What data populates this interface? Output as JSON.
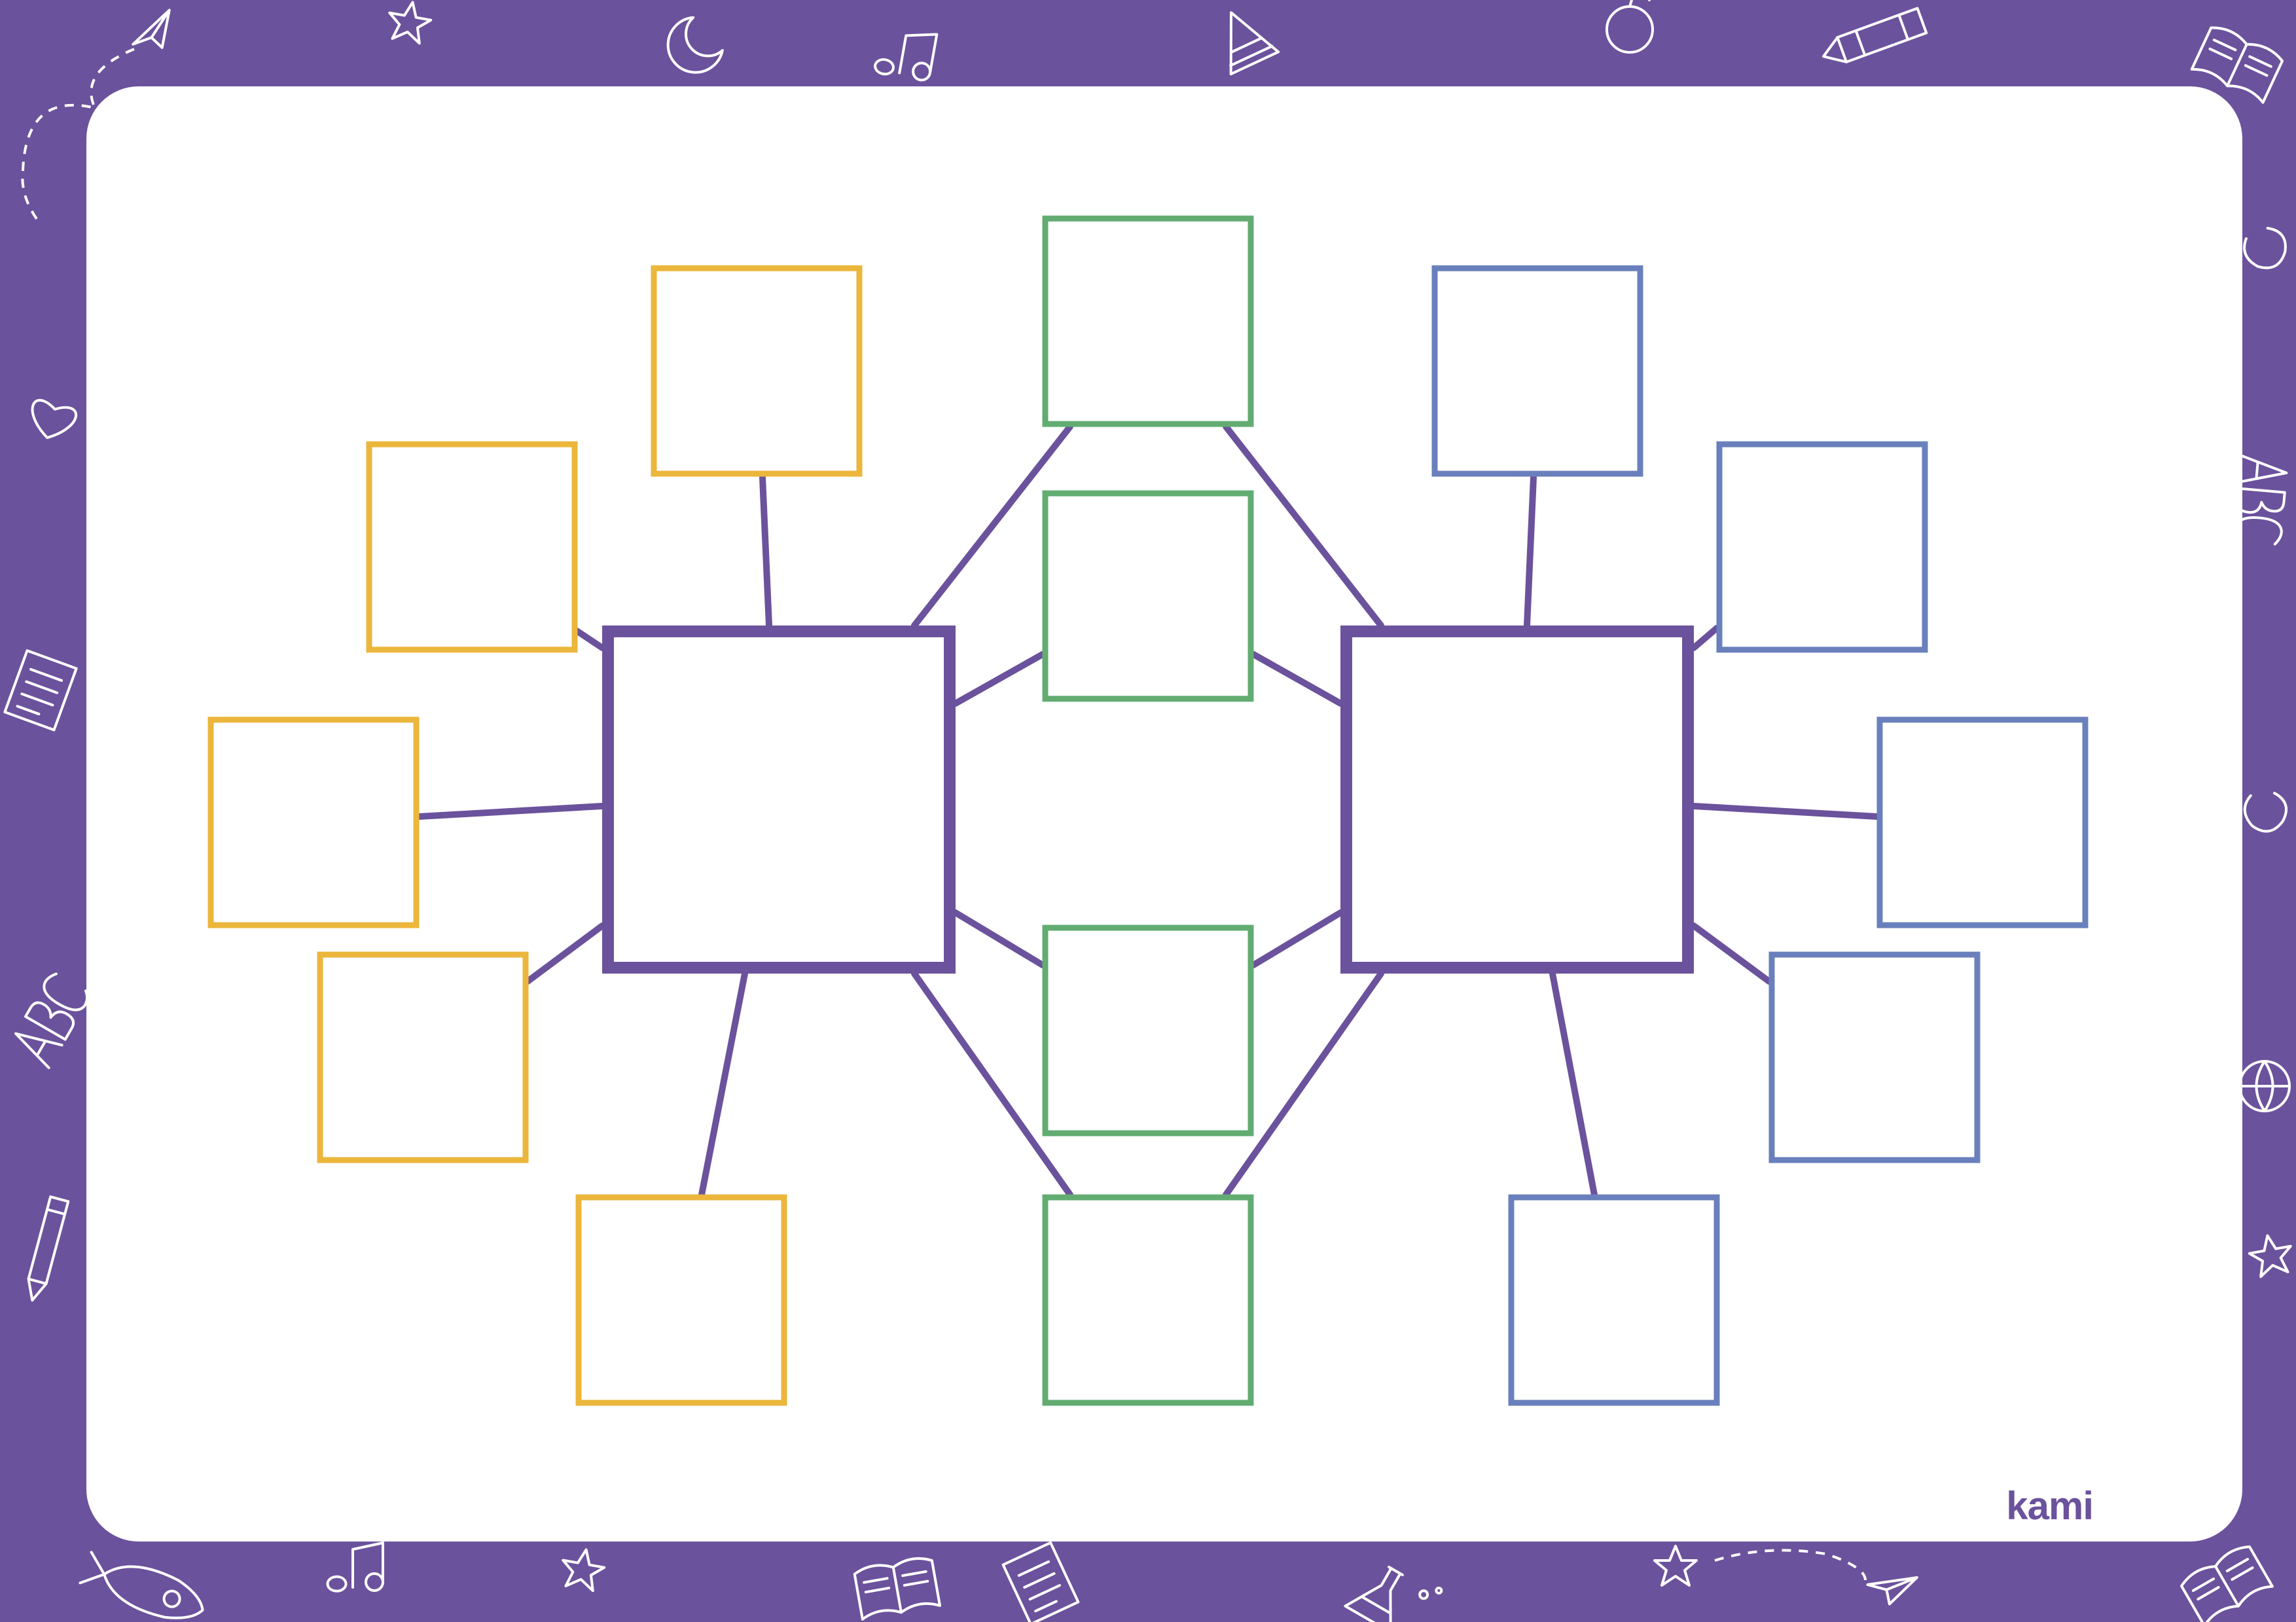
{
  "colors": {
    "frame": "#6b529c",
    "sheet": "#ffffff",
    "connector": "#6b529c",
    "hub_border": "#6b529c",
    "left_group_border": "#ebb63b",
    "middle_group_border": "#62ac72",
    "right_group_border": "#6a80bc",
    "doodle": "#ffffff",
    "brand": "#6b529c"
  },
  "brand": {
    "logo_text": "kami"
  },
  "doodle_icons": [
    "paper-plane-icon",
    "star-icon",
    "moon-icon",
    "music-note-icon",
    "cone-hat-icon",
    "apple-icon",
    "crayon-icon",
    "open-book-icon",
    "heart-icon",
    "notepad-icon",
    "abc-letters-icon",
    "pencil-icon",
    "rocket-icon",
    "swirl-icon",
    "ball-icon",
    "flask-icon"
  ],
  "diagram": {
    "hubs": [
      {
        "id": "hub-left",
        "label": ""
      },
      {
        "id": "hub-right",
        "label": ""
      }
    ],
    "groups": {
      "left": {
        "color_key": "left_group_border",
        "box_count": 5,
        "labels": [
          "",
          "",
          "",
          "",
          ""
        ]
      },
      "middle": {
        "color_key": "middle_group_border",
        "box_count": 4,
        "labels": [
          "",
          "",
          "",
          ""
        ]
      },
      "right": {
        "color_key": "right_group_border",
        "box_count": 5,
        "labels": [
          "",
          "",
          "",
          "",
          ""
        ]
      }
    }
  }
}
